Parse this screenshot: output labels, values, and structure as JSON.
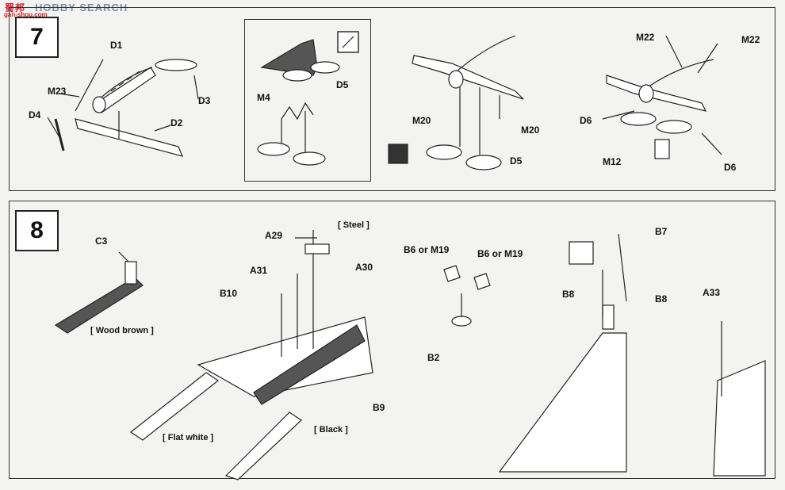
{
  "watermark": {
    "logo": "蜀邦",
    "text": "HOBBY SEARCH",
    "url": "gan-shou.com"
  },
  "steps": {
    "step7": "7",
    "step8": "8"
  },
  "labels7": {
    "D1": "D1",
    "D2": "D2",
    "D3": "D3",
    "D4": "D4",
    "M23": "M23",
    "M4": "M4",
    "D5a": "D5",
    "D5b": "D5",
    "M20a": "M20",
    "M20b": "M20",
    "M22a": "M22",
    "M22b": "M22",
    "D6a": "D6",
    "D6b": "D6",
    "M12": "M12"
  },
  "labels8": {
    "C3": "C3",
    "A29": "A29",
    "A30": "A30",
    "A31": "A31",
    "B10": "B10",
    "B9": "B9",
    "B6a": "B6 or M19",
    "B6b": "B6 or M19",
    "B2": "B2",
    "B7": "B7",
    "B8a": "B8",
    "B8b": "B8",
    "A33": "A33"
  },
  "paints": {
    "steel": "[ Steel ]",
    "wood": "[ Wood brown ]",
    "flat_white": "[ Flat white ]",
    "black": "[ Black ]"
  }
}
